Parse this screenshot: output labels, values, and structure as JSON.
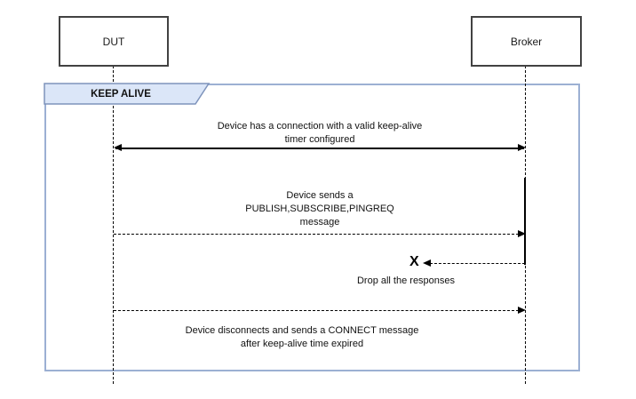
{
  "diagram": {
    "type": "sequence",
    "actors": [
      {
        "name": "DUT"
      },
      {
        "name": "Broker"
      }
    ],
    "frame": {
      "label": "KEEP ALIVE"
    },
    "messages": [
      {
        "text": "Device has a connection with a valid keep-alive\ntimer configured",
        "from": "DUT",
        "to": "Broker",
        "line": "solid",
        "arrows": "both"
      },
      {
        "text": "Device sends a\nPUBLISH,SUBSCRIBE,PINGREQ\nmessage",
        "from": "DUT",
        "to": "Broker",
        "line": "dashed",
        "arrows": "right"
      },
      {
        "text": "Drop all the responses",
        "marker": "X",
        "from": "Broker",
        "to": "DUT",
        "line": "dashed",
        "arrows": "left"
      },
      {
        "text": "Device disconnects and sends a CONNECT message\nafter keep-alive time expired",
        "from": "DUT",
        "to": "Broker",
        "line": "dashed",
        "arrows": "right"
      }
    ],
    "colors": {
      "frame_border": "#9cb0d3",
      "frame_label_fill": "#dbe6f8",
      "frame_label_border": "#7e93bb",
      "actor_border": "#424242",
      "line": "#000000",
      "background": "#ffffff"
    }
  }
}
